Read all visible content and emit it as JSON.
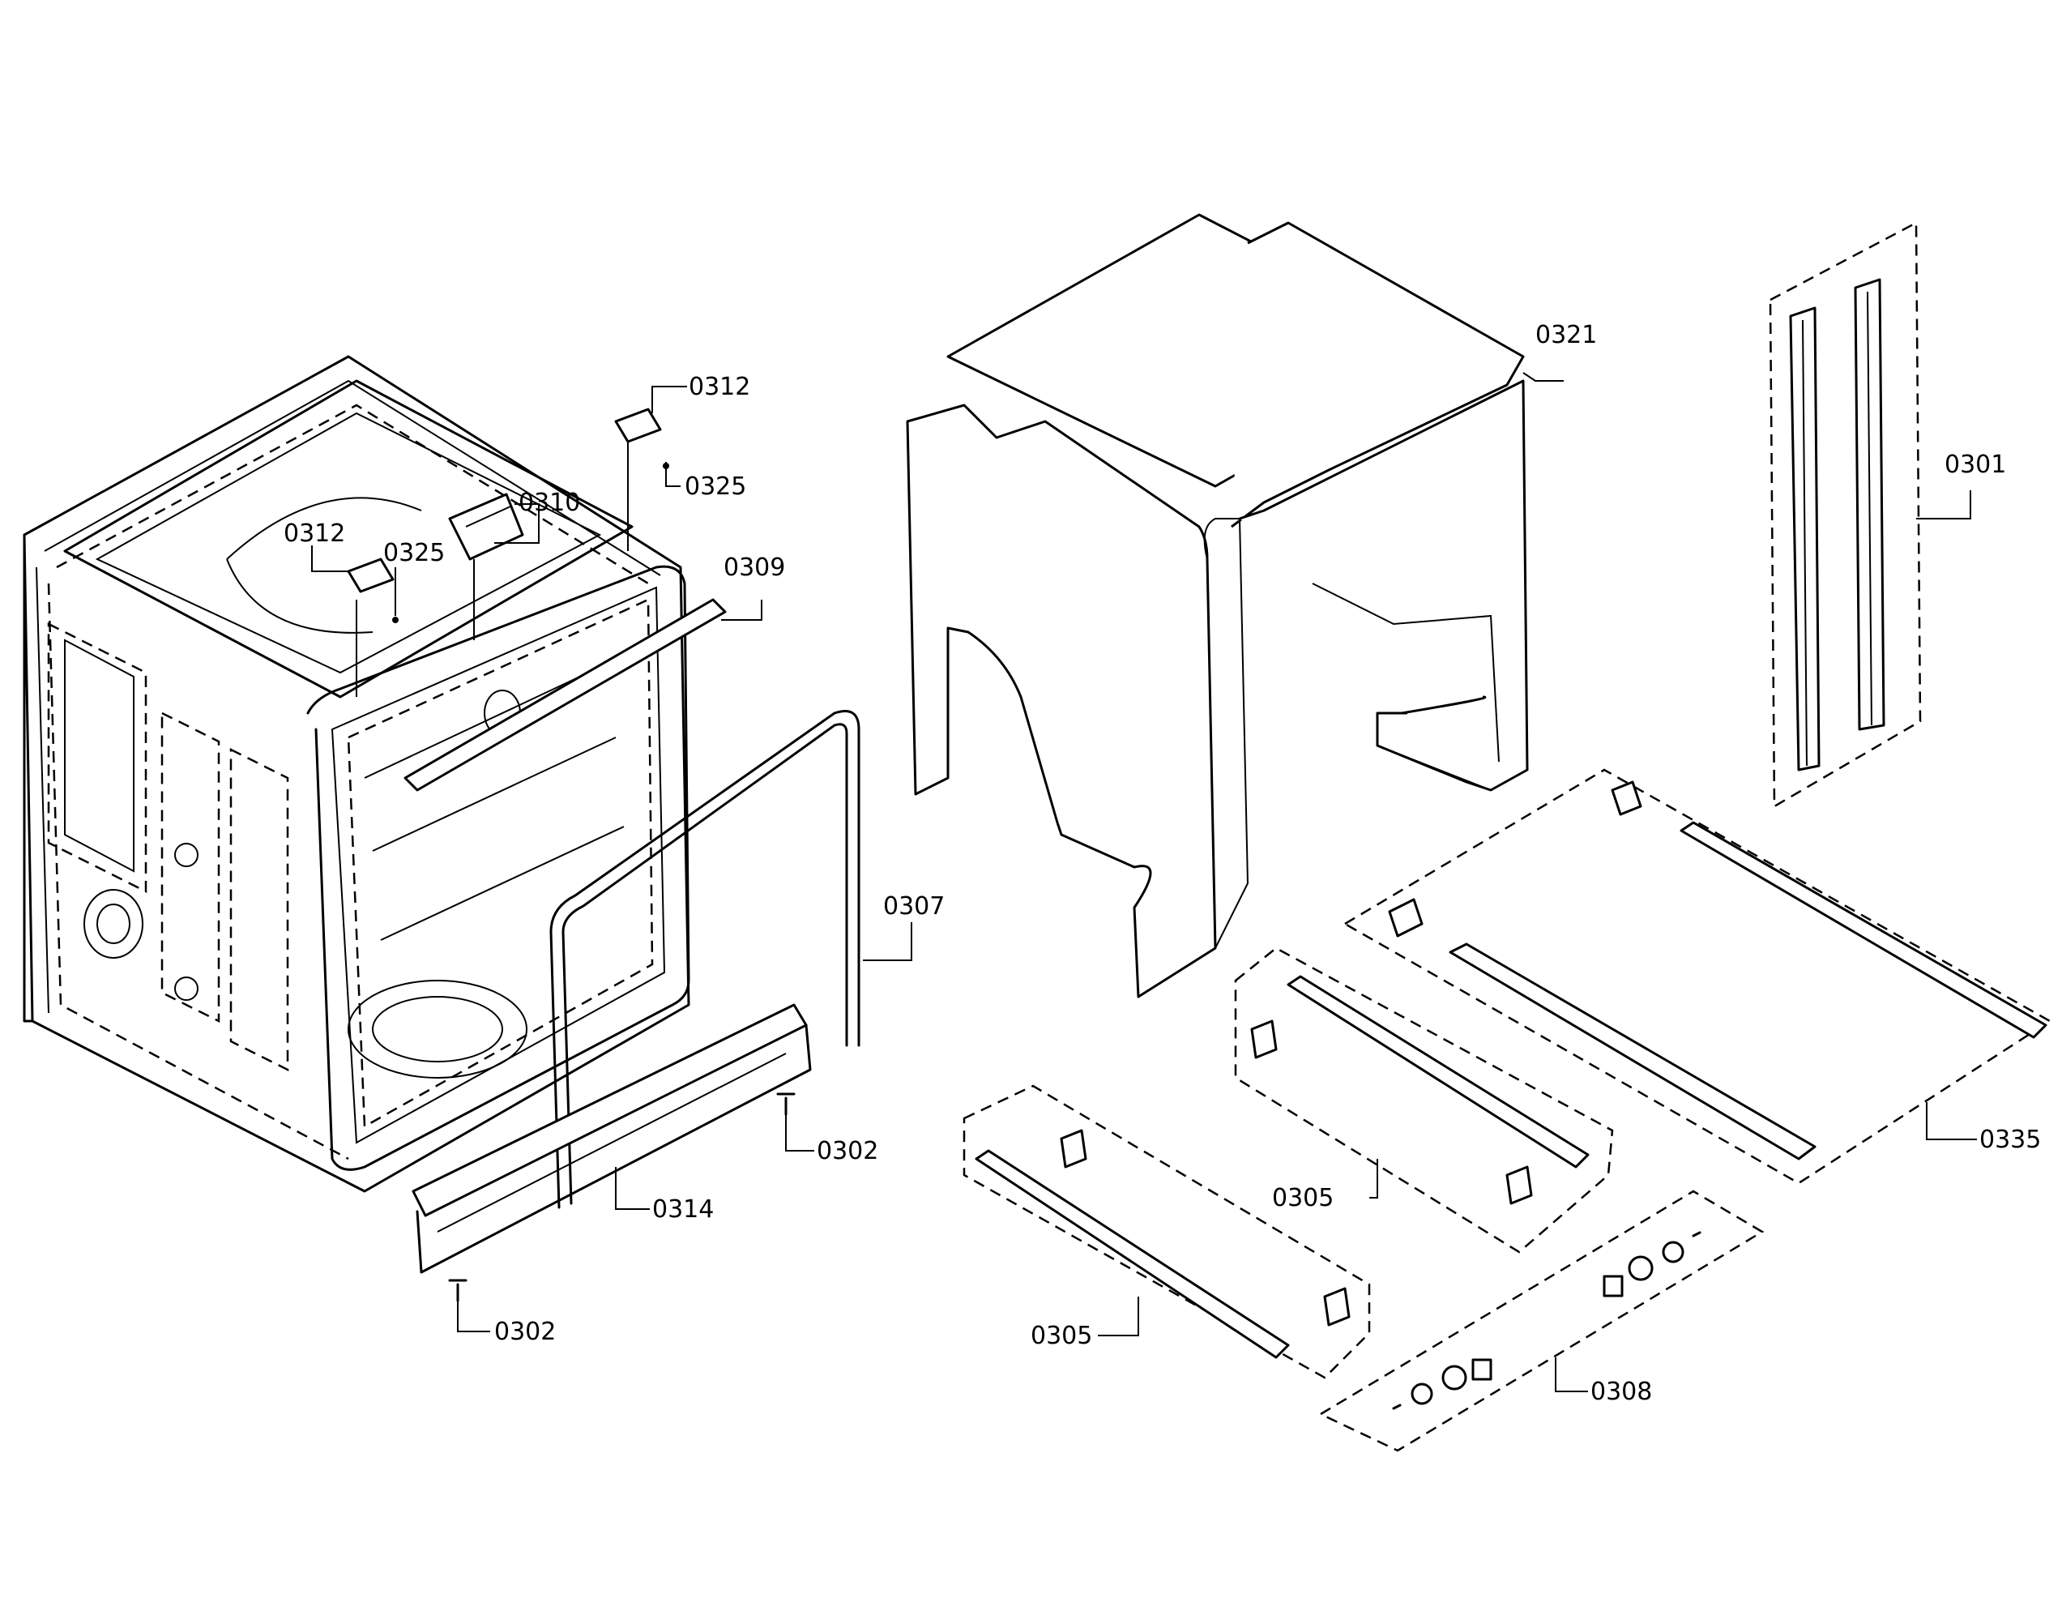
{
  "callouts": [
    {
      "id": "p0312a",
      "text": "0312"
    },
    {
      "id": "p0325a",
      "text": "0325"
    },
    {
      "id": "p0312b",
      "text": "0312"
    },
    {
      "id": "p0325b",
      "text": "0325"
    },
    {
      "id": "p0310",
      "text": "0310"
    },
    {
      "id": "p0309",
      "text": "0309"
    },
    {
      "id": "p0307",
      "text": "0307"
    },
    {
      "id": "p0302a",
      "text": "0302"
    },
    {
      "id": "p0314",
      "text": "0314"
    },
    {
      "id": "p0302b",
      "text": "0302"
    },
    {
      "id": "p0321",
      "text": "0321"
    },
    {
      "id": "p0301",
      "text": "0301"
    },
    {
      "id": "p0335",
      "text": "0335"
    },
    {
      "id": "p0305a",
      "text": "0305"
    },
    {
      "id": "p0305b",
      "text": "0305"
    },
    {
      "id": "p0308",
      "text": "0308"
    }
  ]
}
